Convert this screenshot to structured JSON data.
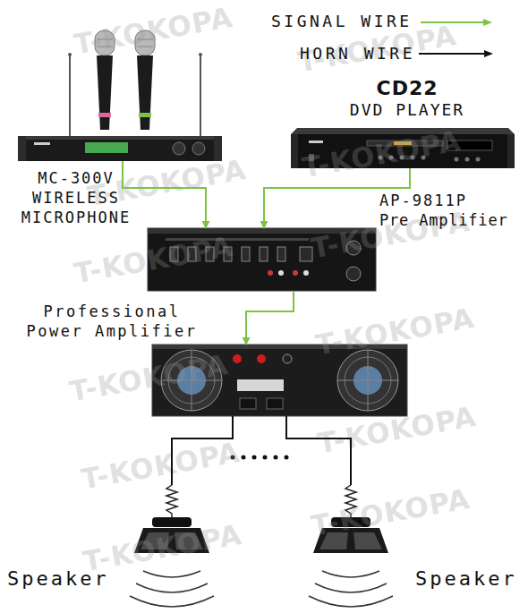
{
  "diagram": {
    "nodes": [
      {
        "text": [
          "MC-300V",
          "WIRELESS MICROPHONE"
        ]
      },
      {
        "text": [
          "CD22",
          "DVD PLAYER"
        ]
      },
      {
        "text": [
          "AP-9811P",
          "Pre Amplifier"
        ]
      },
      {
        "text": [
          "Professional Power Amplifier"
        ]
      },
      {
        "text": [
          "Speaker"
        ]
      },
      {
        "text": [
          "Speaker"
        ]
      }
    ],
    "edges": [
      {
        "from": 0,
        "to": 2,
        "arrow": "to"
      },
      {
        "from": 1,
        "to": 2,
        "arrow": "to"
      },
      {
        "from": 2,
        "to": 3,
        "arrow": "to"
      },
      {
        "from": 3,
        "to": 4,
        "arrow": "none"
      },
      {
        "from": 3,
        "to": 5,
        "arrow": "none"
      }
    ],
    "labels": [
      "T-KOKOPA",
      "T-KOKOPA",
      "T-KOKOPA",
      "T-KOKOPA",
      "T-KOKOPA",
      "T-KOKOPA",
      "T-KOKOPA",
      "T-KOKOPA",
      "T-KOKOPA",
      "T-KOKOPA",
      "T-KOKOPA",
      "T-KOKOPA"
    ],
    "legend": [
      {
        "text": "SIGNAL WIRE"
      },
      {
        "text": "HORN WIRE"
      }
    ]
  }
}
